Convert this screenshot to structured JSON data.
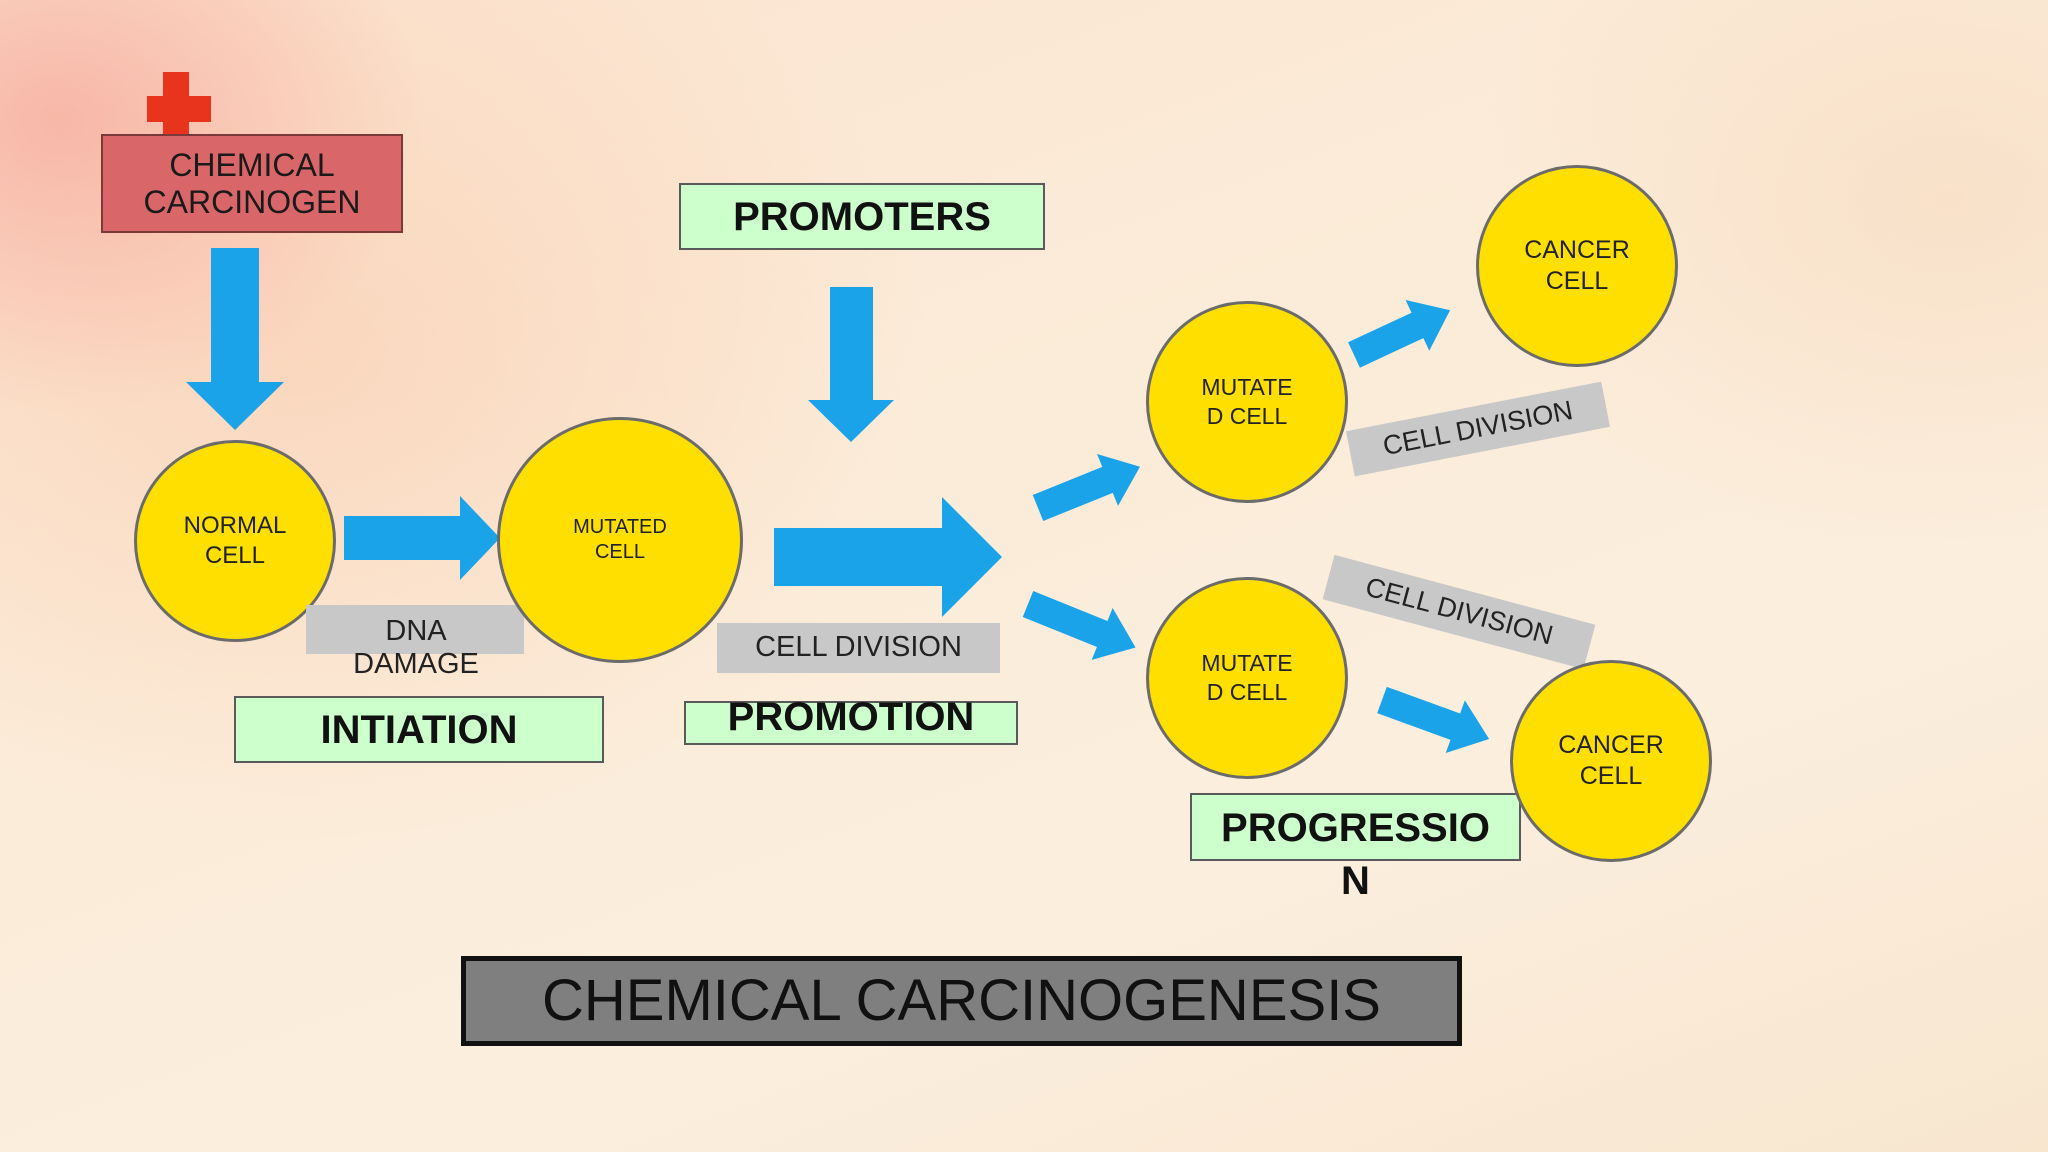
{
  "carcinogen_label": "CHEMICAL\nCARCINOGEN",
  "promoters_label": "PROMOTERS",
  "cells": {
    "normal": "NORMAL\nCELL",
    "mutated": "MUTATED\nCELL",
    "mutated_upper": "MUTATE\nD CELL",
    "mutated_lower": "MUTATE\nD CELL",
    "cancer_upper": "CANCER\nCELL",
    "cancer_lower": "CANCER\nCELL"
  },
  "labels": {
    "dna_damage": "DNA\nDAMAGE",
    "cell_division_main": "CELL DIVISION",
    "cell_division_upper": "CELL DIVISION",
    "cell_division_lower": "CELL DIVISION"
  },
  "stages": {
    "initiation": "INTIATION",
    "promotion": "PROMOTION",
    "progression_line1": "PROGRESSIO",
    "progression_line2": "N"
  },
  "title": "CHEMICAL CARCINOGENESIS",
  "colors": {
    "arrow": "#1aa3e8",
    "cell_fill": "#ffdf00",
    "stage_box": "#ccffcc",
    "carcinogen_box": "#d9676a",
    "cross": "#e8341c",
    "title_box": "#7f7f7f"
  }
}
